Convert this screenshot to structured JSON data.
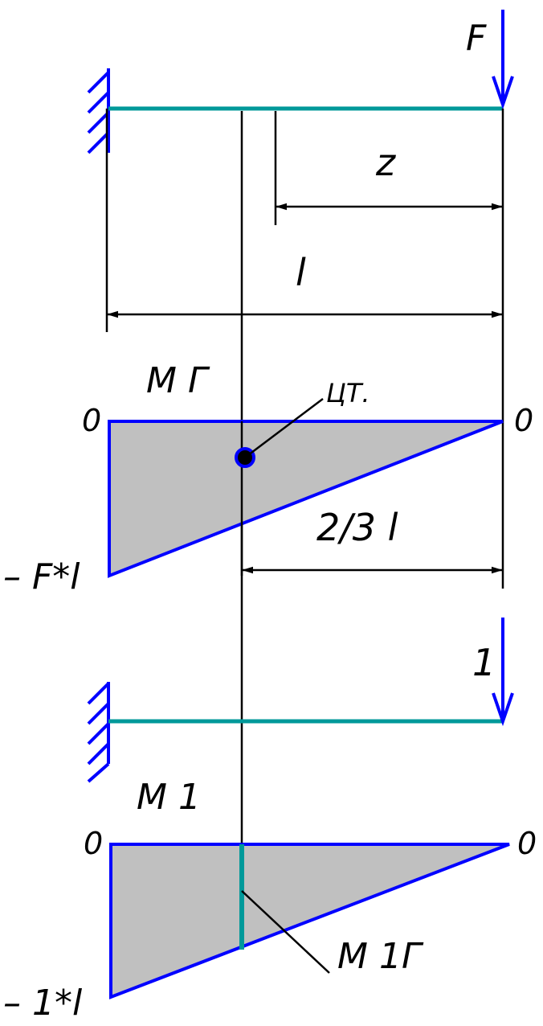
{
  "labels": {
    "force_top": "F",
    "z": "z",
    "l": "l",
    "m_g": "M Г",
    "cog": "ЦТ.",
    "zero_top_left": "0",
    "zero_top_right": "0",
    "two_thirds_l": "2/3 l",
    "minus_fl": "– F*l",
    "unit_force": "1",
    "m_1": "M 1",
    "zero_bottom_left": "0",
    "zero_bottom_right": "0",
    "m_1g": "M 1Г",
    "minus_1l": "– 1*l"
  },
  "colors": {
    "beam": "#00999a",
    "force": "#0000ff",
    "outline": "#0000ff",
    "fill": "#c0c0c0",
    "dim": "#000000"
  }
}
